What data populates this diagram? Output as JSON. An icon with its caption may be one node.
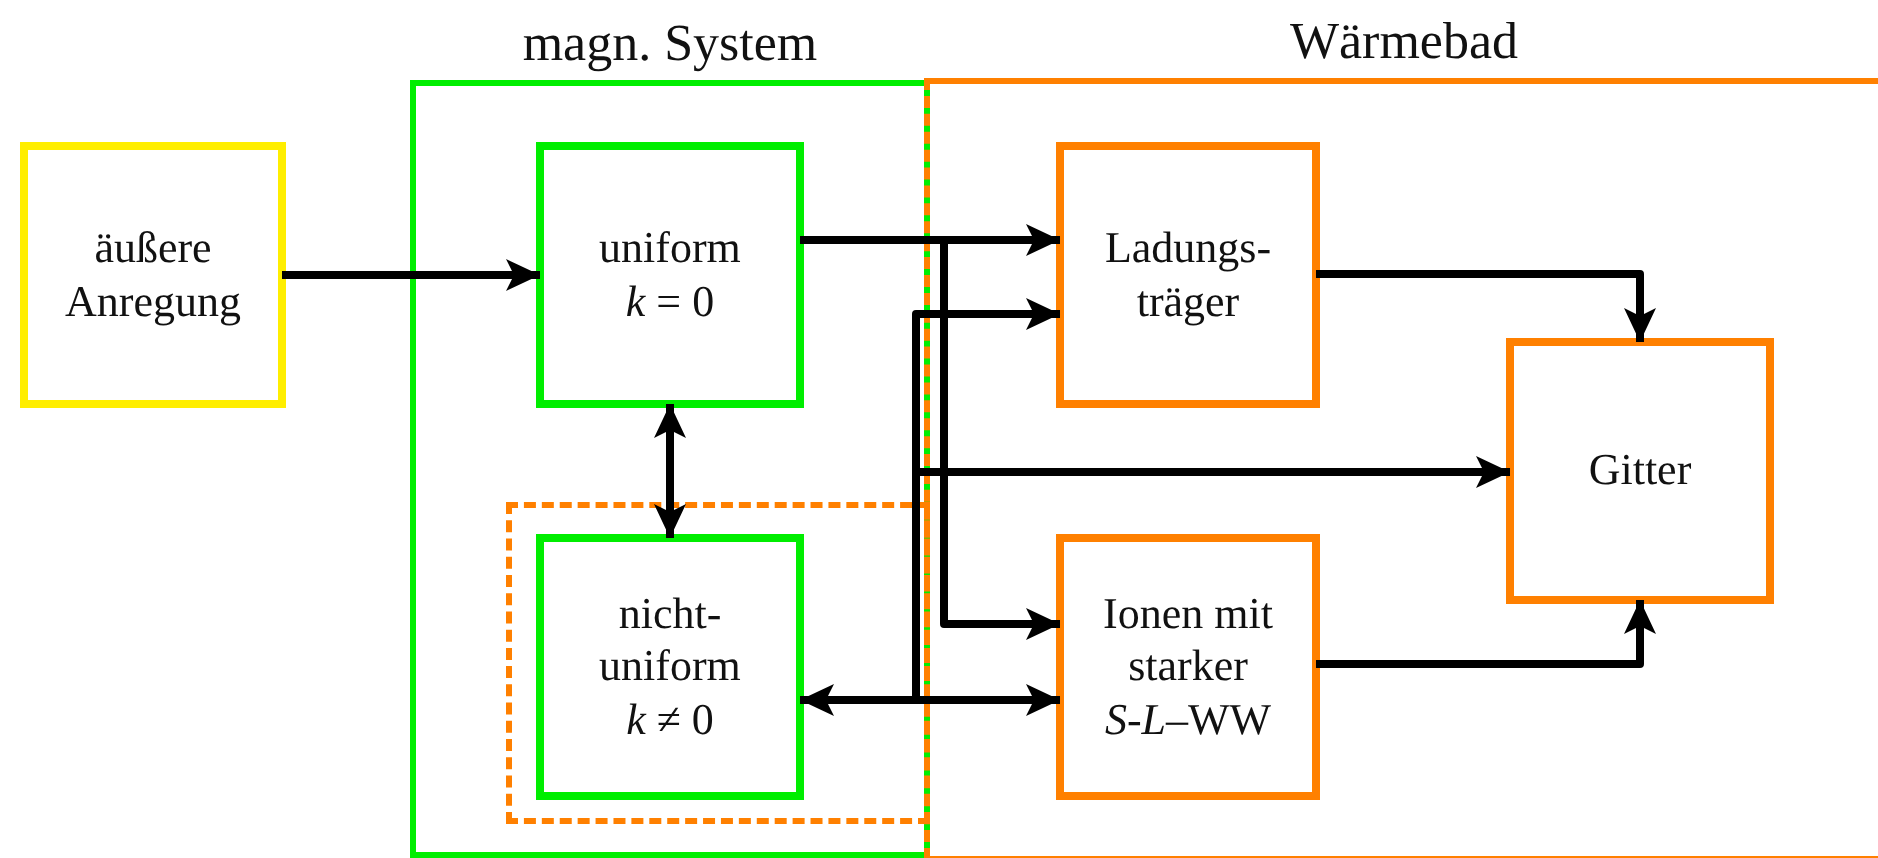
{
  "diagram": {
    "nodes": [
      {
        "text": [
          "magn. System"
        ]
      },
      {
        "text": [
          "Wärmebad"
        ]
      },
      {
        "text": [
          "äußere Anregung"
        ]
      },
      {
        "text": [
          "uniform",
          "*k* = 0"
        ],
        "in": 0
      },
      {
        "text": [],
        "shape": "box",
        "in": 0
      },
      {
        "text": [
          "nicht- uniform",
          "*k* ≠ 0"
        ],
        "in": 4
      },
      {
        "text": [
          "Ladungs- träger"
        ],
        "in": 1
      },
      {
        "text": [
          "Ionen mit starker",
          "*S*-*L*–WW"
        ],
        "in": 1
      },
      {
        "text": [
          "Gitter"
        ],
        "in": 1
      }
    ],
    "edges": [
      {
        "from": 2,
        "to": 3,
        "arrow": "to"
      },
      {
        "from": 3,
        "to": 5,
        "arrow": "both"
      },
      {
        "from": 3,
        "to": 6,
        "arrow": "to"
      },
      {
        "from": 3,
        "to": 7,
        "arrow": "to"
      },
      {
        "from": 5,
        "to": 7,
        "arrow": "both"
      },
      {
        "from": 5,
        "to": 6,
        "arrow": "to"
      },
      {
        "from": 5,
        "to": 8,
        "arrow": "to"
      },
      {
        "from": 6,
        "to": 8,
        "arrow": "to"
      },
      {
        "from": 7,
        "to": 8,
        "arrow": "to"
      }
    ]
  }
}
